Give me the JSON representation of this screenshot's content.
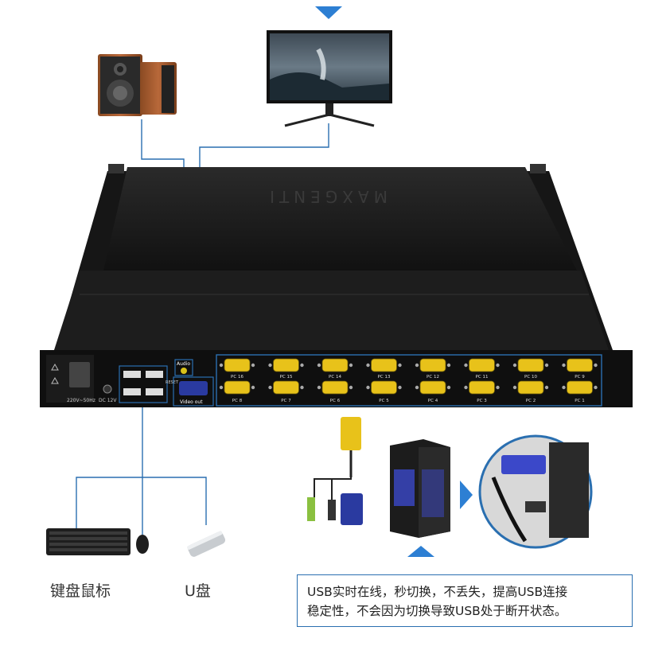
{
  "labels": {
    "keyboard_mouse": "键盘鼠标",
    "usb_drive": "U盘",
    "audio_port": "Audio",
    "video_out": "Video out",
    "reset": "RESET",
    "power_spec": "220V~50Hz",
    "dc": "DC 12V",
    "brand": "MAXGENTI"
  },
  "ports_top": [
    "PC 16",
    "PC 15",
    "PC 14",
    "PC 13",
    "PC 12",
    "PC 11",
    "PC 10",
    "PC 9"
  ],
  "ports_bottom": [
    "PC 8",
    "PC 7",
    "PC 6",
    "PC 5",
    "PC 4",
    "PC 3",
    "PC 2",
    "PC 1"
  ],
  "note": {
    "line1": "USB实时在线，秒切换，不丢失，提高USB连接",
    "line2": "稳定性，不会因为切换导致USB处于断开状态。"
  },
  "colors": {
    "accent": "#2a6fb0",
    "arrow": "#2d7fd3",
    "device_body": "#1b1b1b",
    "vga_port": "#e8c21a"
  }
}
